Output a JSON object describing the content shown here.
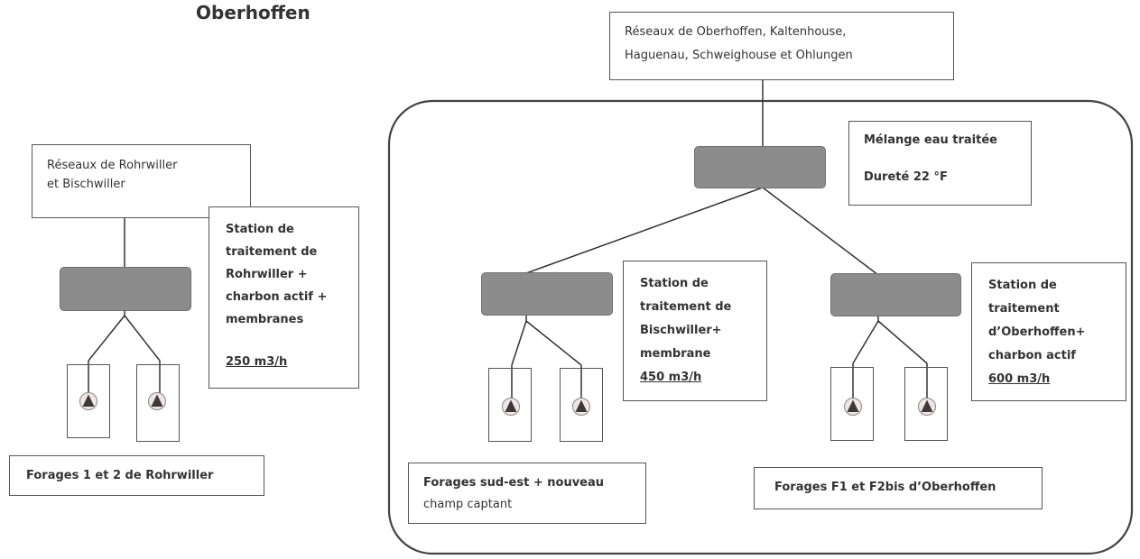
{
  "title": "Oberhoffen",
  "left": {
    "network": [
      "Réseaux de Rohrwiller",
      "et Bischwiller"
    ],
    "station_lines": [
      "Station de",
      "traitement de",
      "Rohrwiller +",
      "charbon actif +",
      "membranes"
    ],
    "flow": "250 m3/h",
    "wells_label": "Forages 1 et 2 de Rohrwiller"
  },
  "right": {
    "network": [
      "Réseaux de Oberhoffen, Kaltenhouse,",
      "Haguenau, Schweighouse et Ohlungen"
    ],
    "mix": {
      "label": "Mélange eau traitée",
      "hardness": "Dureté 22 °F"
    },
    "station_bischwiller": {
      "lines": [
        "Station de",
        "traitement de",
        "Bischwiller+",
        "membrane"
      ],
      "flow": "450 m3/h"
    },
    "station_oberhoffen": {
      "lines": [
        "Station de",
        "traitement",
        "d’Oberhoffen+",
        "charbon actif"
      ],
      "flow": "600 m3/h"
    },
    "wells_se_label": [
      "Forages sud-est + nouveau",
      "champ captant"
    ],
    "wells_f1_label": "Forages F1 et F2bis d’Oberhoffen"
  }
}
